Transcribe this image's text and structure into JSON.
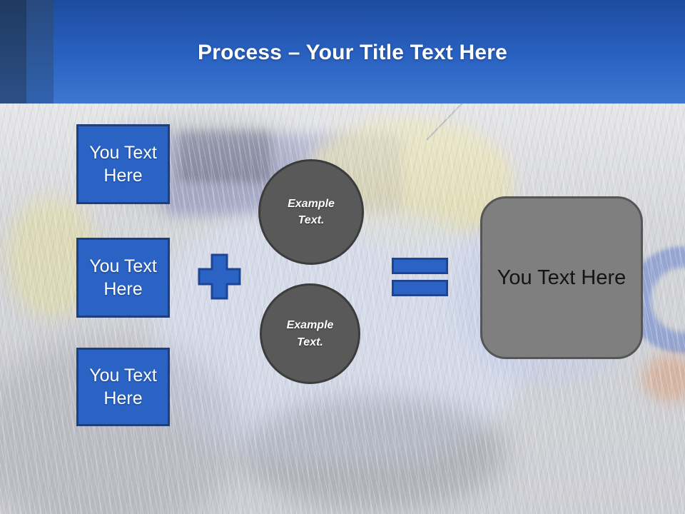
{
  "header": {
    "title_bold": "Process",
    "title_rest": "– Your Title Text Here"
  },
  "left_boxes": [
    {
      "label": "You Text Here"
    },
    {
      "label": "You Text Here"
    },
    {
      "label": "You Text Here"
    }
  ],
  "circles": [
    {
      "label": "Example Text."
    },
    {
      "label": "Example Text."
    }
  ],
  "operators": {
    "plus_icon": "plus-shape",
    "equals_icon": "equals-shape"
  },
  "result_box": {
    "label": "You Text Here"
  },
  "background": {
    "description": "washed-out grayscale photo of a toy tractor lying in grass"
  },
  "colors": {
    "accent_blue": "#2a63c4",
    "accent_blue_border": "#1f3f7a",
    "header_gradient_top": "#1d4c9e",
    "header_gradient_bottom": "#3e76d2",
    "header_strip_dark": "#1f3a61",
    "header_strip_mid": "#27497e",
    "circle_gray": "#595959",
    "circle_border": "#3c3c3c",
    "result_gray": "#7f7f7f",
    "result_border": "#565656",
    "title_text": "#ffffff",
    "body_text_dark": "#141414"
  }
}
